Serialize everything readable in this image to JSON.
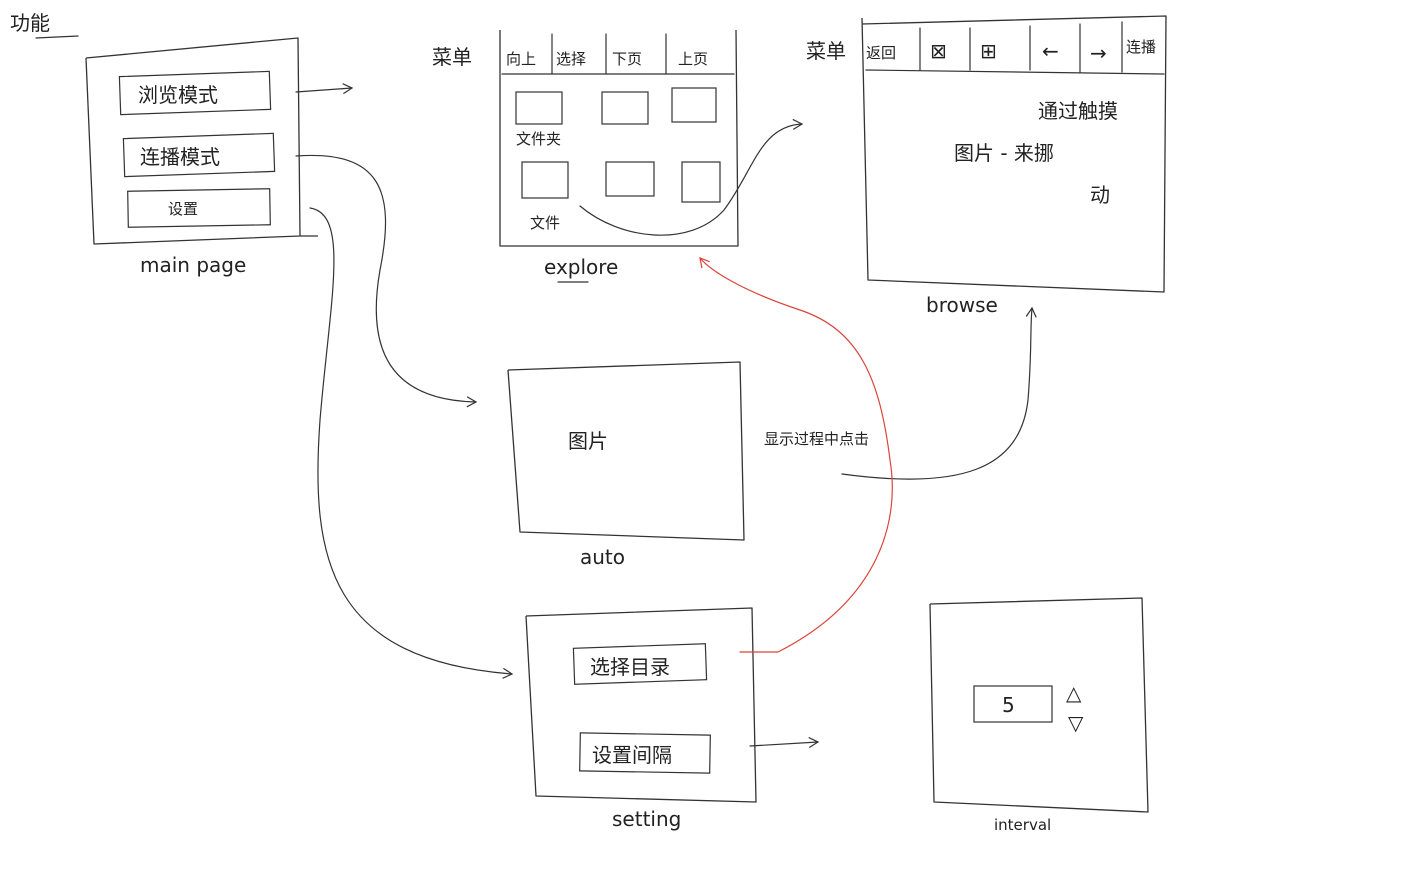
{
  "title": "功能",
  "screens": {
    "main": {
      "caption": "main page",
      "buttons": [
        "浏览模式",
        "连播模式",
        "设置"
      ]
    },
    "explore": {
      "caption": "explore",
      "menu_label": "菜单",
      "toolbar": [
        "向上",
        "选择",
        "下页",
        "上页"
      ],
      "folder_label": "文件夹",
      "file_label": "文件"
    },
    "browse": {
      "caption": "browse",
      "menu_label": "菜单",
      "toolbar": [
        "返回",
        "⊠",
        "⊞",
        "←",
        "→",
        "连播"
      ],
      "note_line1": "通过触摸",
      "note_line2": "图片 - 来挪",
      "note_line3": "动"
    },
    "auto": {
      "caption": "auto",
      "content": "图片",
      "side_note": "显示过程中点击"
    },
    "setting": {
      "caption": "setting",
      "buttons": [
        "选择目录",
        "设置间隔"
      ]
    },
    "interval": {
      "caption": "interval",
      "value": "5",
      "up_symbol": "△",
      "down_symbol": "▽"
    }
  }
}
